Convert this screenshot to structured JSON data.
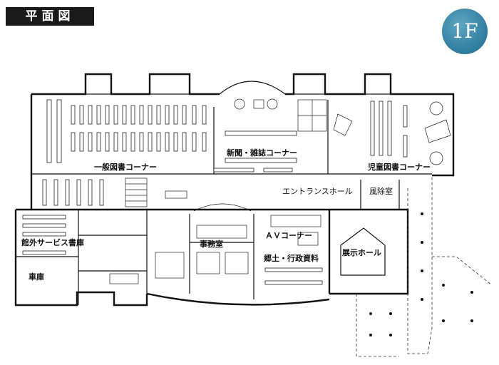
{
  "header": {
    "title": "平面図",
    "floor": "1F"
  },
  "rooms": {
    "general_books": "一般図書コーナー",
    "newspapers_magazines": "新聞・雑誌コーナー",
    "children_books": "児童図書コーナー",
    "entrance_hall": "エントランスホール",
    "windbreak": "風除室",
    "outreach_stacks": "館外サービス書庫",
    "garage": "車庫",
    "office": "事務室",
    "av_corner": "ＡＶコーナー",
    "local_admin_materials": "郷土・行政資料",
    "exhibition_hall": "展示ホール"
  }
}
